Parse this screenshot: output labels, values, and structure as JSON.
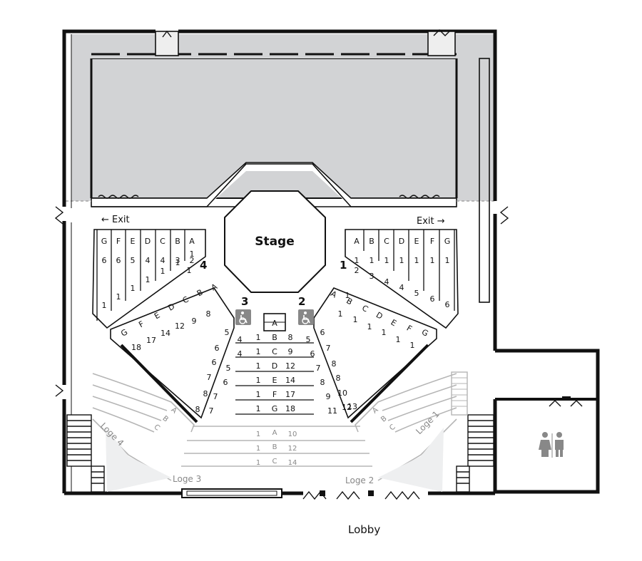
{
  "labels": {
    "stage": "Stage",
    "exit_left": "← Exit",
    "exit_right": "Exit →",
    "lobby": "Lobby",
    "loge1": "Loge 1",
    "loge2": "Loge 2",
    "loge3": "Loge 3",
    "loge4": "Loge 4"
  },
  "sections": {
    "s1": "1",
    "s2": "2",
    "s3": "3",
    "s4": "4"
  },
  "section4": {
    "rows": [
      "G",
      "F",
      "E",
      "D",
      "C",
      "B",
      "A"
    ],
    "top_seats": [
      "6",
      "6",
      "5",
      "4",
      "4",
      "3",
      "2"
    ],
    "a_second": "1",
    "bottom_seats": [
      "1",
      "1",
      "1",
      "1",
      "1",
      "1",
      "1"
    ]
  },
  "section1": {
    "rows": [
      "A",
      "B",
      "C",
      "D",
      "E",
      "F",
      "G"
    ],
    "top_seats": [
      "1",
      "1",
      "1",
      "1",
      "1",
      "1",
      "1"
    ],
    "second_seats": [
      "2",
      "3",
      "4",
      "4",
      "5",
      "6",
      "6"
    ],
    "a_second": "1"
  },
  "section3": {
    "rows": [
      "G",
      "F",
      "E",
      "D",
      "C",
      "B",
      "A"
    ],
    "inner_seats": [
      "18",
      "17",
      "14",
      "12",
      "9",
      "8",
      "5"
    ],
    "outer_seats": [
      "8",
      "8",
      "7",
      "6",
      "6",
      "8",
      "8"
    ]
  },
  "section2": {
    "rows": [
      "A",
      "B",
      "C",
      "D",
      "E",
      "F",
      "G"
    ],
    "outer_seats": [
      "1",
      "1",
      "1",
      "1",
      "1",
      "1",
      "1"
    ],
    "inner_seats": [
      "6",
      "7",
      "8",
      "8",
      "10",
      "12",
      "13"
    ]
  },
  "center": {
    "rows": [
      {
        "row": "A",
        "left": "",
        "right": ""
      },
      {
        "row": "B",
        "left": "1",
        "right": "8"
      },
      {
        "row": "C",
        "left": "1",
        "right": "9"
      },
      {
        "row": "D",
        "left": "1",
        "right": "12"
      },
      {
        "row": "E",
        "left": "1",
        "right": "14"
      },
      {
        "row": "F",
        "left": "1",
        "right": "17"
      },
      {
        "row": "G",
        "left": "1",
        "right": "18"
      }
    ],
    "side_left": [
      "4",
      "4",
      "5",
      "6",
      "7",
      "7"
    ],
    "side_right": [
      "5",
      "6",
      "7",
      "8",
      "9",
      "11",
      "12"
    ]
  },
  "loge_front": {
    "rows": [
      {
        "row": "A",
        "left": "1",
        "right": "10"
      },
      {
        "row": "B",
        "left": "1",
        "right": "12"
      },
      {
        "row": "C",
        "left": "1",
        "right": "14"
      }
    ]
  },
  "loge4_rows": [
    "A",
    "B",
    "C"
  ],
  "loge1_rows": [
    "A",
    "B",
    "C"
  ],
  "icons": [
    "wheelchair-icon",
    "wheelchair-icon",
    "restroom-icon"
  ],
  "colors": {
    "stage_area": "#d2d3d5",
    "loge_lines": "#b5b5b5",
    "walls": "#111111"
  }
}
